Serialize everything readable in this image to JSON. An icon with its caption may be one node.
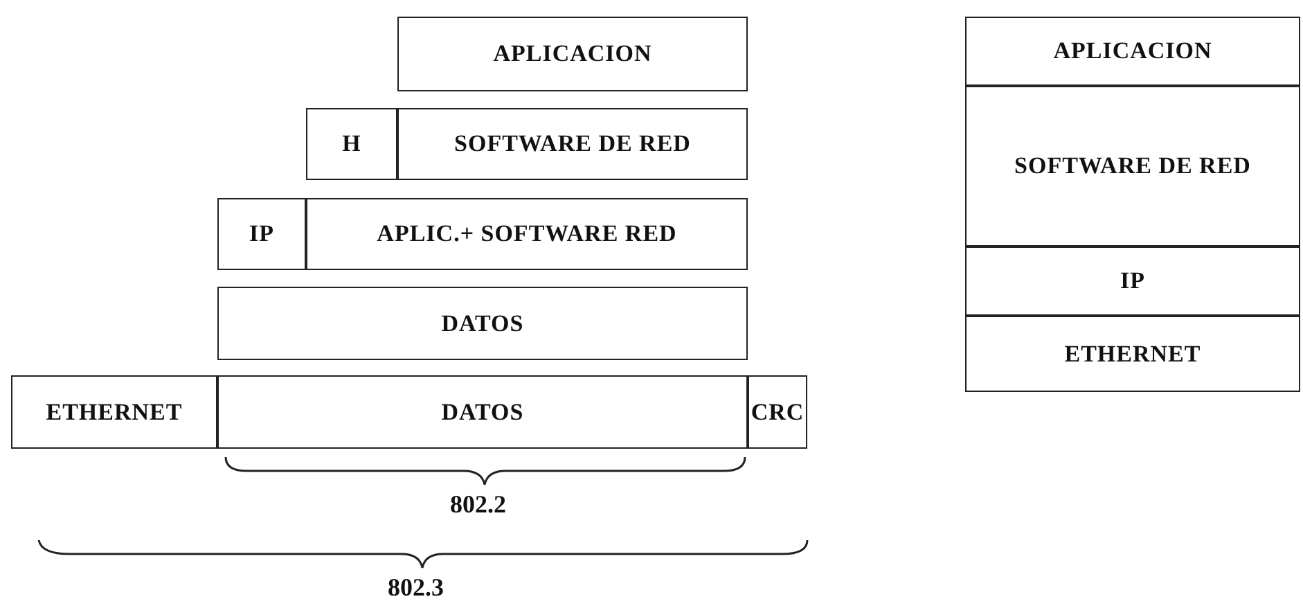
{
  "diagram": {
    "nodes": [
      {
        "text": [
          "APLICACION"
        ]
      },
      {
        "text": [
          "H"
        ]
      },
      {
        "text": [
          "SOFTWARE DE RED"
        ]
      },
      {
        "text": [
          "IP"
        ]
      },
      {
        "text": [
          "APLIC.+ SOFTWARE RED"
        ]
      },
      {
        "text": [
          "DATOS"
        ]
      },
      {
        "text": [
          "ETHERNET"
        ]
      },
      {
        "text": [
          "DATOS"
        ]
      },
      {
        "text": [
          "CRC"
        ]
      },
      {
        "text": [
          "APLICACION"
        ]
      },
      {
        "text": [
          "SOFTWARE DE RED"
        ]
      },
      {
        "text": [
          "IP"
        ]
      },
      {
        "text": [
          "ETHERNET"
        ]
      }
    ],
    "edges": [],
    "labels": [
      "802.2",
      "802.3"
    ]
  }
}
